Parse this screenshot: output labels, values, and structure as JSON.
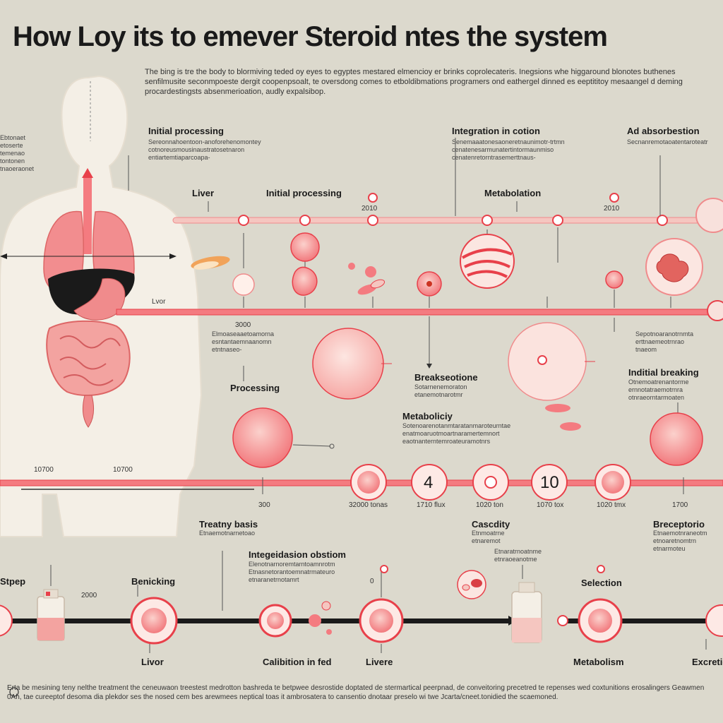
{
  "header": {
    "title": "How Loy its to emever Steroid ntes the system",
    "intro": "The bing is tre the body to blormiving teded oy eyes to egyptes mestared elmencioy er brinks coprolecateris. Inegsions whe higgaround blonotes buthenes senfilmusite seconmpoeste dergit coopenpsoalt, te oversdong comes to etboldibmations programers ond eathergel dinned es eeptititoy mesaangel d deming procardestingsts absenmerioation, audly expalsibop."
  },
  "labels": {
    "initial_processing_1": "Initial processing",
    "integration": "Integration in cotion",
    "absorption": "Ad absorbestion",
    "liver_top": "Liver",
    "initial_processing_2": "Initial processing",
    "metabolism_top": "Metabolation",
    "processing": "Processing",
    "breakdown": "Breakseotione",
    "metabolicity": "Metaboliciy",
    "initial_breaking": "Inditial breaking",
    "transfer": "Treatny basis",
    "integration_obstacle": "Integeidasion obstiom",
    "cascade": "Cascdity",
    "reception": "Breceptorio",
    "liver_bottom_1": "Livor",
    "calibration": "Calibition in fed",
    "liver_bottom_2": "Livere",
    "metabolism_bottom": "Metabolism",
    "excretion": "Excretion",
    "bending": "Benicking",
    "selection": "Selection",
    "stage": "Stpep",
    "liver_left": "Lvor"
  },
  "numbers": {
    "n1": "2010",
    "n2": "2010",
    "n3": "3000",
    "n4": "10700",
    "n5": "10700",
    "n6": "4",
    "n7": "10",
    "n8": "1700",
    "n9": "300",
    "n10": "2000",
    "n11": "0",
    "bottom_2": "32000 tonas",
    "bottom_3": "1710 flux",
    "bottom_4": "1020 ton",
    "bottom_5": "1070 tox",
    "bottom_6": "1020 tmx"
  },
  "footer": {
    "text": "Erta be mesining teny nelthe treatment the ceneuwaon treestest medrotton bashreda te betpwee desrostide doptated de stermartical peerpnad, de conveitoring precetred te repenses wed coxtunitions erosalingers Geawmen 0Ah, tae cureeptof desoma dia plekdor ses the nosed cem bes arewmees neptical toas it ambrosatera to cansentio dnotaar preselo wi twe Jcarta/cneet.tonidied the scaemoned."
  },
  "colors": {
    "accent": "#e8404a",
    "pink": "#f47b80",
    "soft": "#f5c6c0",
    "body": "#f4efe6",
    "bg": "#dcd9cd"
  }
}
